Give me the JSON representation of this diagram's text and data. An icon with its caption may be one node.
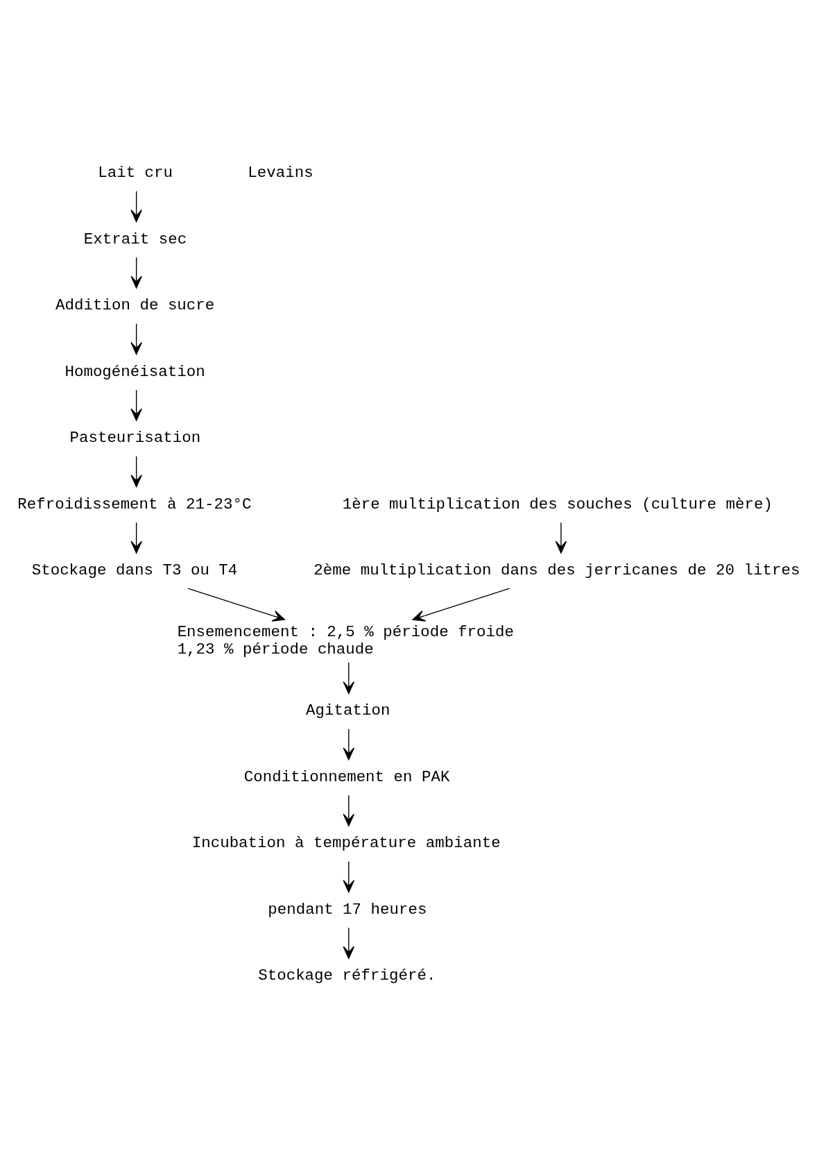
{
  "diagram": {
    "nodes": [
      {
        "text": [
          "Lait cru"
        ]
      },
      {
        "text": [
          "Extrait sec"
        ]
      },
      {
        "text": [
          "Addition de sucre"
        ]
      },
      {
        "text": [
          "Homogénéisation"
        ]
      },
      {
        "text": [
          "Pasteurisation"
        ]
      },
      {
        "text": [
          "Refroidissement à 21-23°C"
        ]
      },
      {
        "text": [
          "Stockage dans T3 ou T4"
        ]
      },
      {
        "text": [
          "Ensemencement : 2,5 % période froide",
          "1,23 % période chaude"
        ]
      },
      {
        "text": [
          "Agitation"
        ]
      },
      {
        "text": [
          "Conditionnement en PAK"
        ]
      },
      {
        "text": [
          "Incubation à température ambiante"
        ]
      },
      {
        "text": [
          "pendant 17 heures"
        ]
      },
      {
        "text": [
          "Stockage réfrigéré."
        ]
      },
      {
        "text": [
          "1ère multiplication des souches (culture mère)"
        ]
      },
      {
        "text": [
          "2ème multiplication dans des jerricanes de 20 litres"
        ]
      }
    ],
    "edges": [
      {
        "from": 0,
        "to": 1,
        "arrow": "to"
      },
      {
        "from": 1,
        "to": 2,
        "arrow": "to"
      },
      {
        "from": 2,
        "to": 3,
        "arrow": "to"
      },
      {
        "from": 3,
        "to": 4,
        "arrow": "to"
      },
      {
        "from": 4,
        "to": 5,
        "arrow": "to"
      },
      {
        "from": 5,
        "to": 6,
        "arrow": "to"
      },
      {
        "from": 6,
        "to": 7,
        "arrow": "to"
      },
      {
        "from": 7,
        "to": 8,
        "arrow": "to"
      },
      {
        "from": 8,
        "to": 9,
        "arrow": "to"
      },
      {
        "from": 9,
        "to": 10,
        "arrow": "to"
      },
      {
        "from": 10,
        "to": 11,
        "arrow": "to"
      },
      {
        "from": 11,
        "to": 12,
        "arrow": "to"
      },
      {
        "from": 13,
        "to": 14,
        "arrow": "to"
      },
      {
        "from": 14,
        "to": 7,
        "arrow": "to"
      }
    ],
    "labels": [
      "Levains"
    ]
  }
}
